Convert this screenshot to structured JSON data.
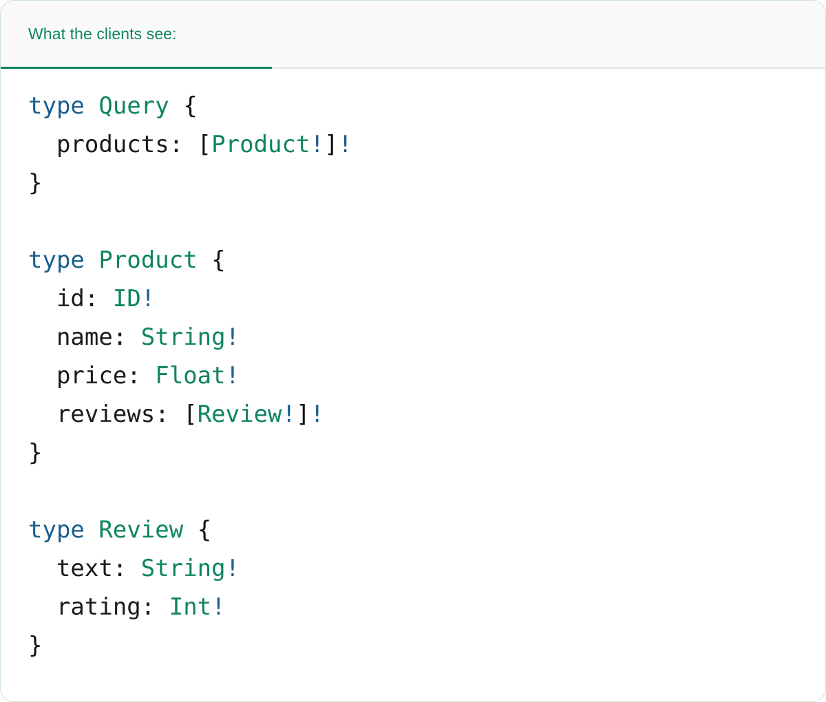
{
  "theme": {
    "accent_green": "#0e8462",
    "keyword_blue": "#1b5e8e",
    "text_black": "#1a1a1a",
    "header_bg": "#fafafa",
    "card_border": "#cfe3d6"
  },
  "tabs": [
    {
      "label": "What the clients see:",
      "active": true
    }
  ],
  "code": {
    "language": "graphql",
    "lines": [
      [
        {
          "t": "type",
          "c": "kw"
        },
        {
          "t": " ",
          "c": "punct"
        },
        {
          "t": "Query",
          "c": "type"
        },
        {
          "t": " ",
          "c": "punct"
        },
        {
          "t": "{",
          "c": "punct"
        }
      ],
      [
        {
          "t": "  ",
          "c": "punct"
        },
        {
          "t": "products:",
          "c": "field"
        },
        {
          "t": " ",
          "c": "punct"
        },
        {
          "t": "[",
          "c": "punct"
        },
        {
          "t": "Product",
          "c": "type"
        },
        {
          "t": "!",
          "c": "bang"
        },
        {
          "t": "]",
          "c": "punct"
        },
        {
          "t": "!",
          "c": "bang"
        }
      ],
      [
        {
          "t": "}",
          "c": "punct"
        }
      ],
      [],
      [
        {
          "t": "type",
          "c": "kw"
        },
        {
          "t": " ",
          "c": "punct"
        },
        {
          "t": "Product",
          "c": "type"
        },
        {
          "t": " ",
          "c": "punct"
        },
        {
          "t": "{",
          "c": "punct"
        }
      ],
      [
        {
          "t": "  ",
          "c": "punct"
        },
        {
          "t": "id:",
          "c": "field"
        },
        {
          "t": " ",
          "c": "punct"
        },
        {
          "t": "ID",
          "c": "type"
        },
        {
          "t": "!",
          "c": "bang"
        }
      ],
      [
        {
          "t": "  ",
          "c": "punct"
        },
        {
          "t": "name:",
          "c": "field"
        },
        {
          "t": " ",
          "c": "punct"
        },
        {
          "t": "String",
          "c": "type"
        },
        {
          "t": "!",
          "c": "bang"
        }
      ],
      [
        {
          "t": "  ",
          "c": "punct"
        },
        {
          "t": "price:",
          "c": "field"
        },
        {
          "t": " ",
          "c": "punct"
        },
        {
          "t": "Float",
          "c": "type"
        },
        {
          "t": "!",
          "c": "bang"
        }
      ],
      [
        {
          "t": "  ",
          "c": "punct"
        },
        {
          "t": "reviews:",
          "c": "field"
        },
        {
          "t": " ",
          "c": "punct"
        },
        {
          "t": "[",
          "c": "punct"
        },
        {
          "t": "Review",
          "c": "type"
        },
        {
          "t": "!",
          "c": "bang"
        },
        {
          "t": "]",
          "c": "punct"
        },
        {
          "t": "!",
          "c": "bang"
        }
      ],
      [
        {
          "t": "}",
          "c": "punct"
        }
      ],
      [],
      [
        {
          "t": "type",
          "c": "kw"
        },
        {
          "t": " ",
          "c": "punct"
        },
        {
          "t": "Review",
          "c": "type"
        },
        {
          "t": " ",
          "c": "punct"
        },
        {
          "t": "{",
          "c": "punct"
        }
      ],
      [
        {
          "t": "  ",
          "c": "punct"
        },
        {
          "t": "text:",
          "c": "field"
        },
        {
          "t": " ",
          "c": "punct"
        },
        {
          "t": "String",
          "c": "type"
        },
        {
          "t": "!",
          "c": "bang"
        }
      ],
      [
        {
          "t": "  ",
          "c": "punct"
        },
        {
          "t": "rating:",
          "c": "field"
        },
        {
          "t": " ",
          "c": "punct"
        },
        {
          "t": "Int",
          "c": "type"
        },
        {
          "t": "!",
          "c": "bang"
        }
      ],
      [
        {
          "t": "}",
          "c": "punct"
        }
      ]
    ]
  }
}
